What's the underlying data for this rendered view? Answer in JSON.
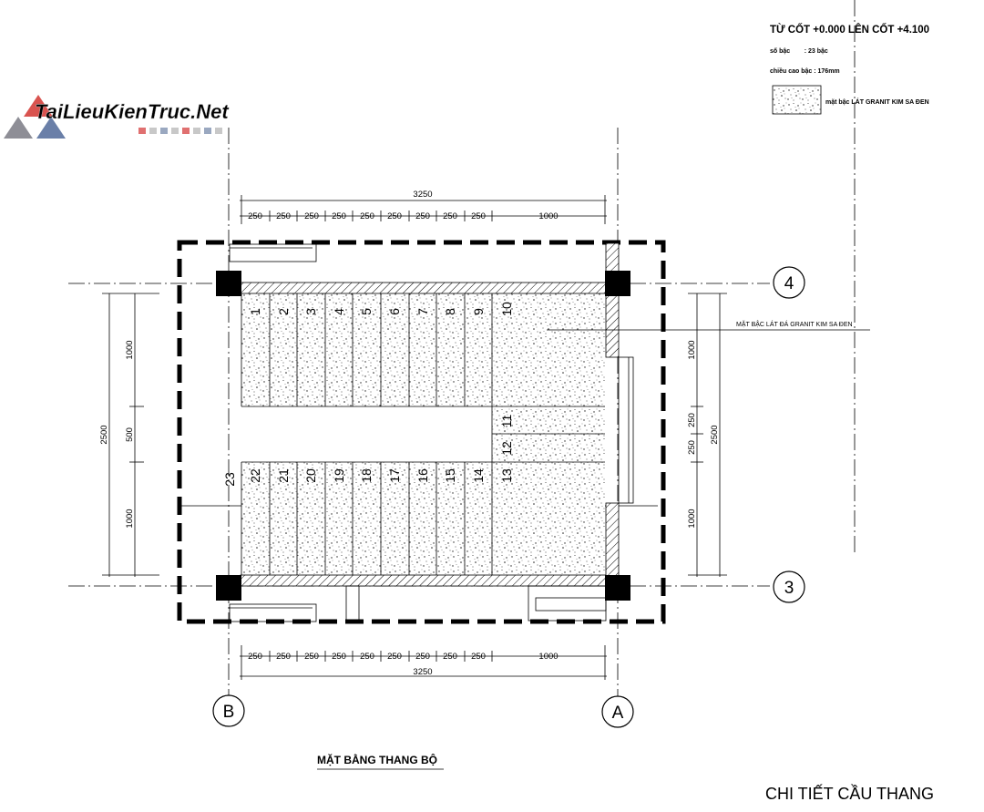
{
  "watermark": {
    "text": "TaiLieuKienTruc.Net"
  },
  "legend": {
    "title": "TỪ CỐT +0.000 LÊN CỐT +4.100",
    "steps_line": "số bậc        : 23 bậc",
    "height_line": "chiều cao bậc : 176mm",
    "swatch_label": "mặt bậc LÁT GRANIT KIM SA ĐEN"
  },
  "dims": {
    "total": "3250",
    "tread": "250",
    "landing": "1000",
    "total_side": "2500",
    "gap": "500",
    "half": "250"
  },
  "annotation": "MẶT BẬC LÁT ĐÁ GRANIT KIM SA ĐEN",
  "steps": [
    "1",
    "2",
    "3",
    "4",
    "5",
    "6",
    "7",
    "8",
    "9",
    "10",
    "11",
    "12",
    "13",
    "14",
    "15",
    "16",
    "17",
    "18",
    "19",
    "20",
    "21",
    "22",
    "23"
  ],
  "axes": {
    "top": "4",
    "bottom": "3",
    "left": "B",
    "right": "A"
  },
  "plan_title": "MẶT BẰNG THANG BỘ",
  "sheet_title": "CHI TIẾT CẦU THANG"
}
